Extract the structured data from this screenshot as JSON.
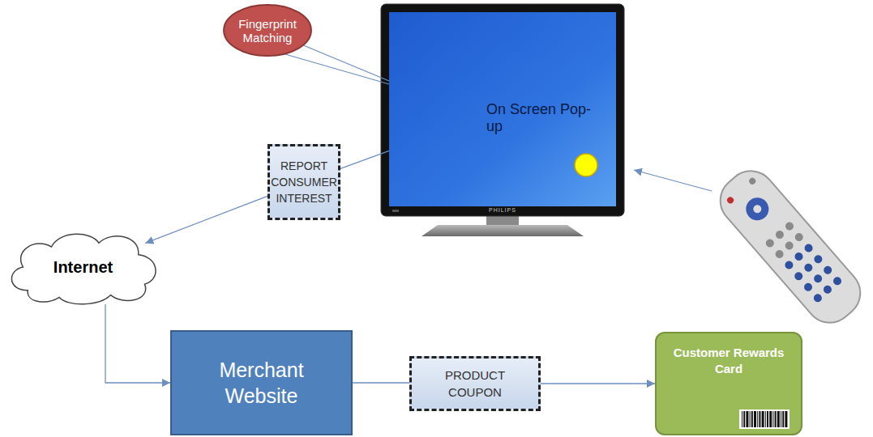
{
  "diagram": {
    "nodes": [
      {
        "text": [
          "Fingerprint Matching"
        ]
      },
      {
        "text": [
          "On Screen Pop-up"
        ]
      },
      {
        "text": [
          "REPORT CONSUMER INTEREST"
        ]
      },
      {
        "text": [
          "Internet"
        ]
      },
      {
        "text": [
          "Merchant Website"
        ]
      },
      {
        "text": [
          "PRODUCT COUPON"
        ]
      },
      {
        "text": [
          "Customer Rewards Card"
        ]
      }
    ],
    "edges": [
      {
        "from": 0,
        "to": 1,
        "arrow": "none"
      },
      {
        "from": 1,
        "to": 2,
        "arrow": "none"
      },
      {
        "from": 2,
        "to": 3,
        "arrow": "to"
      },
      {
        "from": 3,
        "to": 4,
        "arrow": "to"
      },
      {
        "from": 4,
        "to": 5,
        "arrow": "none"
      },
      {
        "from": 5,
        "to": 6,
        "arrow": "to"
      }
    ],
    "labels": [
      "PHILIPS"
    ]
  }
}
